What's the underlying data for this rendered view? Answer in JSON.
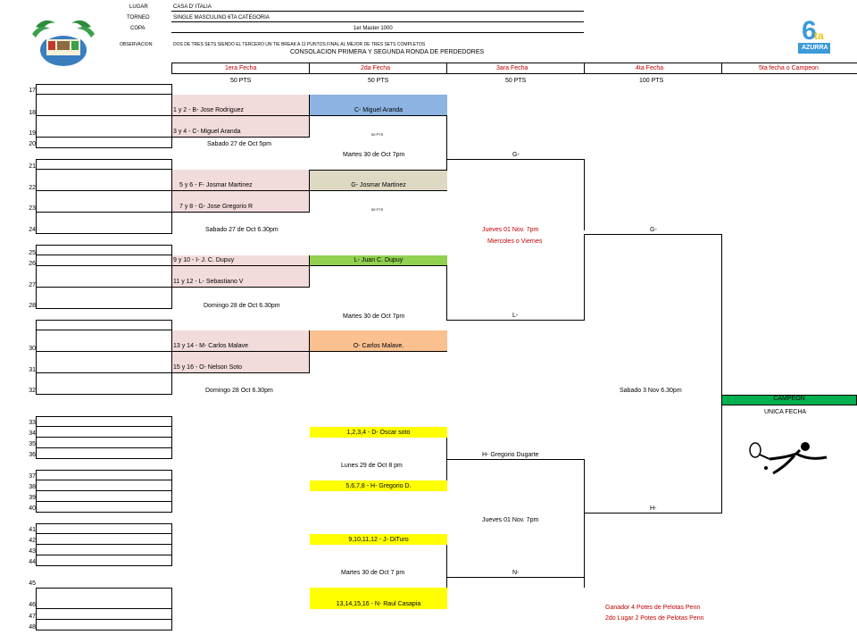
{
  "header": {
    "lugar_label": "LUGAR",
    "lugar_value": "CASA D' ITALIA",
    "torneo_label": "TORNEO",
    "torneo_value": "SINGLE MASCULINO 6TA CATEGORIA",
    "copa_label": "COPA",
    "copa_value": "1er Master 1000",
    "obs_label": "OBSERVACION:",
    "obs_value": "DOS DE TRES SETS  SIENDO  EL TERCERO UN TIE BREAK A 11 PUNTOS  FINAL AL MEJOR DE TRES SETS  COMPLETOS",
    "subtitle": "CONSOLACION   PRIMERA Y SEGUNDA RONDA DE PERDEDORES",
    "logo_right_text": "AZURRA"
  },
  "rounds": [
    {
      "label": "1era Fecha",
      "pts": "50 PTS"
    },
    {
      "label": "2da Fecha",
      "pts": "50 PTS"
    },
    {
      "label": "3ara Fecha",
      "pts": "50 PTS"
    },
    {
      "label": "4ta Fecha",
      "pts": "100 PTS"
    },
    {
      "label": "5ta fecha o Campeon",
      "pts": ""
    }
  ],
  "row_numbers": [
    "17",
    "18",
    "19",
    "20",
    "21",
    "22",
    "23",
    "24",
    "25",
    "26",
    "27",
    "28",
    "30",
    "31",
    "32",
    "33",
    "34",
    "35",
    "36",
    "37",
    "38",
    "39",
    "40",
    "41",
    "42",
    "43",
    "44",
    "45",
    "46",
    "47",
    "48"
  ],
  "matches": {
    "m1": "1 y 2 - B- Jose Rodriguez",
    "m2": "3 y 4 - C- Miguel Aranda",
    "m3": "5 y 6 - F- Josmar Martinez",
    "m4": "7 y 8 - G- Jose Gregorio R",
    "m5": "9 y 10 - I- J. C. Dupuy",
    "m6": "11 y 12 - L- Sebastiano V",
    "m7": "13 y 14 - M- Carlos Malave",
    "m8": "15 y 16 - O- Nelson Soto",
    "r2_1": "C- Miguel Aranda",
    "r2_2": "G- Josmar Martinez",
    "r2_3": "L- Juan C. Dupuy",
    "r2_4": "O- Carlos Malave.",
    "small_pts_1": "50 PTS",
    "small_pts_2": "50 PTS",
    "r3_1": "G-",
    "r3_2": "L-",
    "r4_1": "G-",
    "r4_2": "H-",
    "b1": "1,2,3,4 - D- Oscar soto",
    "b2": "5,6,7,8 - H- Gregorio D.",
    "b3": "9,10,11,12 - J- DiTuro",
    "b4": "13,14,15,16 - N- Raul Casapia",
    "h_greg": "H- Gregorio Dugarte",
    "n_dash": "N-"
  },
  "dates": {
    "d1": "Sabado 27 de Oct 5pm",
    "d2": "Martes 30 de Oct 7pm",
    "d3": "Sabado 27 de Oct 6.30pm",
    "d4": "Jueves 01 Nov. 7pm",
    "d5": "Miercoles o Viernes",
    "d6": "Domingo 28 de Oct 6.30pm",
    "d7": "Martes 30 de Oct 7pm",
    "d8": "Domingo 28 Oct 6.30pm",
    "d9": "Sabado 3 Nov 6.30pm",
    "d10": "Lunes  29 de Oct 8 pm",
    "d11": "Jueves 01 Nov. 7pm",
    "d12": "Martes 30 de Oct 7 pm"
  },
  "campeon": {
    "label": "CAMPEON",
    "sub": "UNICA FECHA"
  },
  "prizes": {
    "p1": "Ganador 4  Potes de Pelotas Penn",
    "p2": "2do Lugar 2 Potes de Pelotas Penn"
  },
  "colors": {
    "pink": "#f2dcdb",
    "blue": "#8db3e2",
    "tan": "#ddd9c3",
    "green": "#92d050",
    "orange": "#fac090",
    "yellow": "#ffff00",
    "red_text": "#c00000",
    "campeon_bg": "#00b050"
  }
}
